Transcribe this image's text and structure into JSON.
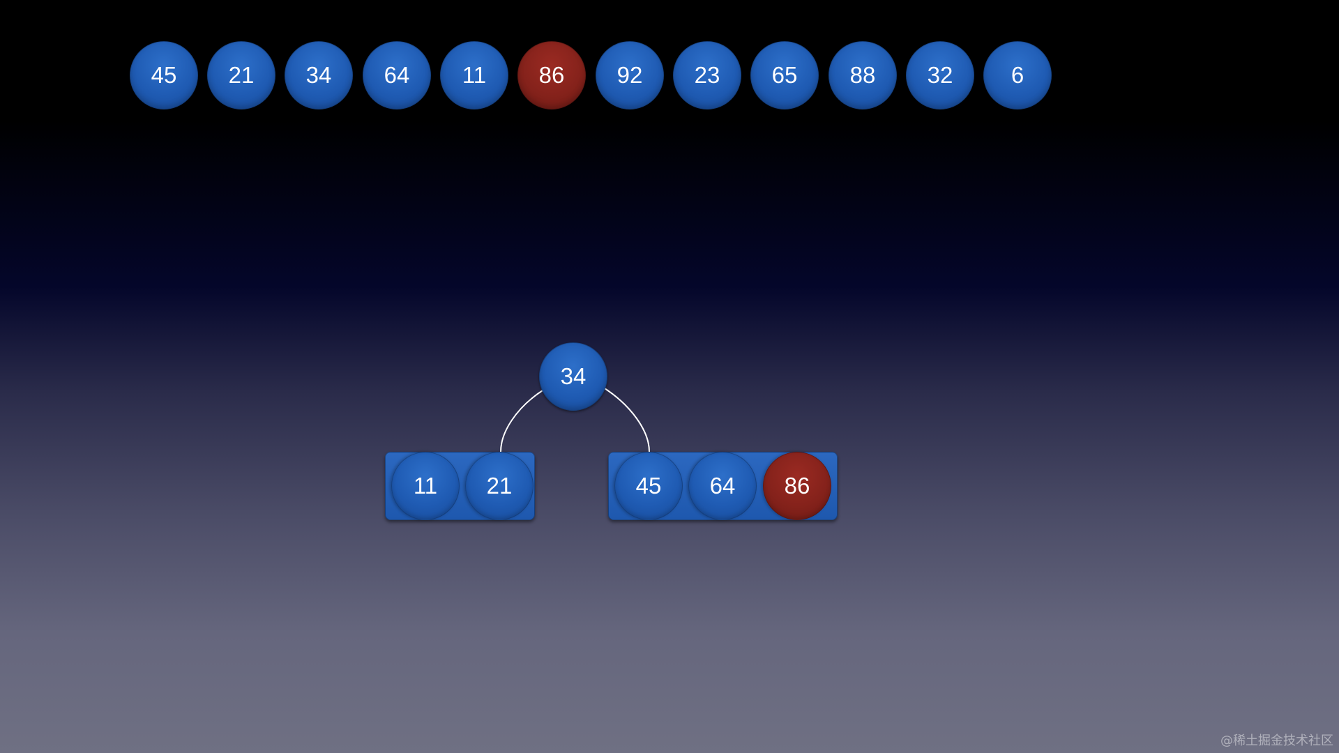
{
  "array": {
    "items": [
      {
        "value": "45",
        "color": "blue"
      },
      {
        "value": "21",
        "color": "blue"
      },
      {
        "value": "34",
        "color": "blue"
      },
      {
        "value": "64",
        "color": "blue"
      },
      {
        "value": "11",
        "color": "blue"
      },
      {
        "value": "86",
        "color": "red"
      },
      {
        "value": "92",
        "color": "blue"
      },
      {
        "value": "23",
        "color": "blue"
      },
      {
        "value": "65",
        "color": "blue"
      },
      {
        "value": "88",
        "color": "blue"
      },
      {
        "value": "32",
        "color": "blue"
      },
      {
        "value": "6",
        "color": "blue"
      }
    ]
  },
  "tree": {
    "pivot": {
      "value": "34",
      "color": "blue"
    },
    "left_group": [
      {
        "value": "11",
        "color": "blue"
      },
      {
        "value": "21",
        "color": "blue"
      }
    ],
    "right_group": [
      {
        "value": "45",
        "color": "blue"
      },
      {
        "value": "64",
        "color": "blue"
      },
      {
        "value": "86",
        "color": "red"
      }
    ]
  },
  "colors": {
    "node_blue": "#1f5bb3",
    "node_red": "#85221b",
    "line": "#ffffff"
  },
  "watermark": "@稀土掘金技术社区"
}
